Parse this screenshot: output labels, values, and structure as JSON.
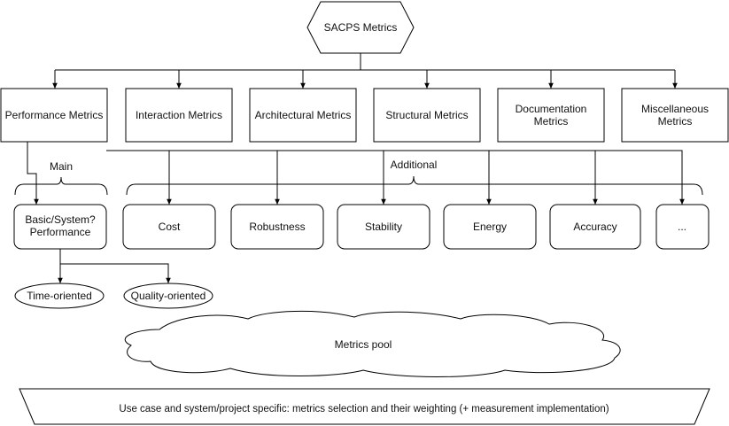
{
  "root": {
    "label": "SACPS Metrics"
  },
  "categories": [
    {
      "lines": [
        "Performance Metrics"
      ]
    },
    {
      "lines": [
        "Interaction Metrics"
      ]
    },
    {
      "lines": [
        "Architectural Metrics"
      ]
    },
    {
      "lines": [
        "Structural Metrics"
      ]
    },
    {
      "lines": [
        "Documentation",
        "Metrics"
      ]
    },
    {
      "lines": [
        "Miscellaneous",
        "Metrics"
      ]
    }
  ],
  "group_labels": {
    "main": "Main",
    "additional": "Additional"
  },
  "main_metric": {
    "lines": [
      "Basic/System?",
      "Performance"
    ]
  },
  "additional_metrics": [
    "Cost",
    "Robustness",
    "Stability",
    "Energy",
    "Accuracy",
    "..."
  ],
  "performance_types": [
    "Time-oriented",
    "Quality-oriented"
  ],
  "pool": {
    "label": "Metrics pool"
  },
  "footer": {
    "label": "Use case and system/project specific: metrics selection and their weighting (+ measurement implementation)"
  }
}
